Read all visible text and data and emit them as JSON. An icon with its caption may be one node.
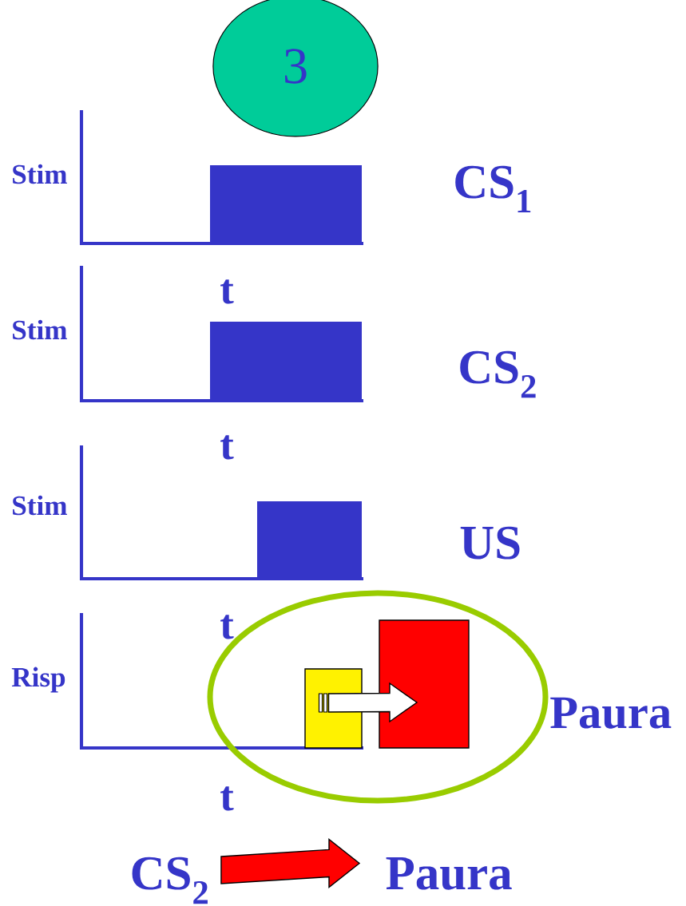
{
  "diagram": {
    "nodes": [
      {
        "text": [
          "3"
        ]
      },
      {
        "text": [],
        "shape": "box"
      },
      {
        "text": [],
        "shape": "box"
      },
      {
        "text": [
          "CS$_{2}$"
        ]
      },
      {
        "text": [
          "Paura"
        ]
      }
    ],
    "edges": [
      {
        "from": 1,
        "to": 2,
        "arrow": "to",
        "color": "#ffffff"
      },
      {
        "from": 3,
        "to": 4,
        "arrow": "to",
        "color": "#ff0000"
      }
    ],
    "labels": [
      "Stim",
      "CS$_{1}$",
      "t",
      "Stim",
      "CS$_{2}$",
      "t",
      "Stim",
      "US",
      "t",
      "Risp",
      "Paura",
      "t"
    ]
  }
}
